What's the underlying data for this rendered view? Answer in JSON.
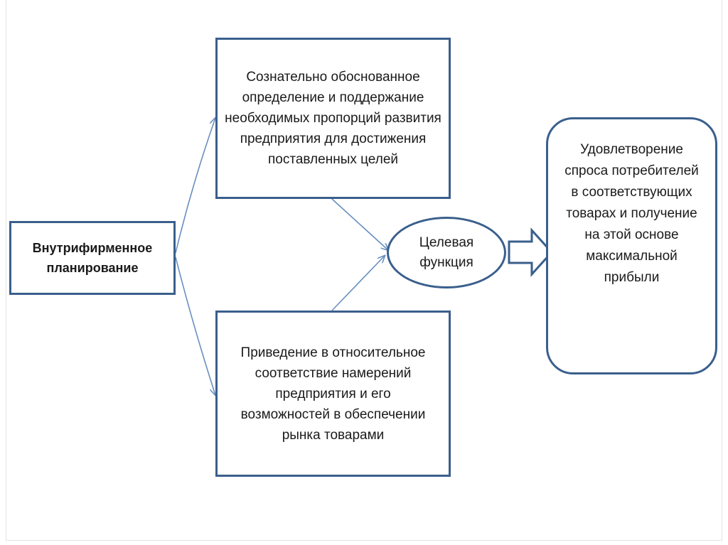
{
  "diagram": {
    "nodes": {
      "planning": "Внутрифирменное\nпланирование",
      "top_box": "Сознательно обоснованное определение и поддержание необходимых пропорций развития предприятия для достижения поставленных целей",
      "bottom_box": "Приведение в относительное соответствие намерений предприятия и его возможностей в обеспечении рынка товарами",
      "target": "Целевая\nфункция",
      "result": "Удовлетворение спроса потребителей в соответствующих товарах и получение на этой основе максимальной прибыли"
    },
    "colors": {
      "box_border": "#3a5f8c",
      "connector": "#6a8fbf",
      "text": "#1a1a1a"
    }
  }
}
